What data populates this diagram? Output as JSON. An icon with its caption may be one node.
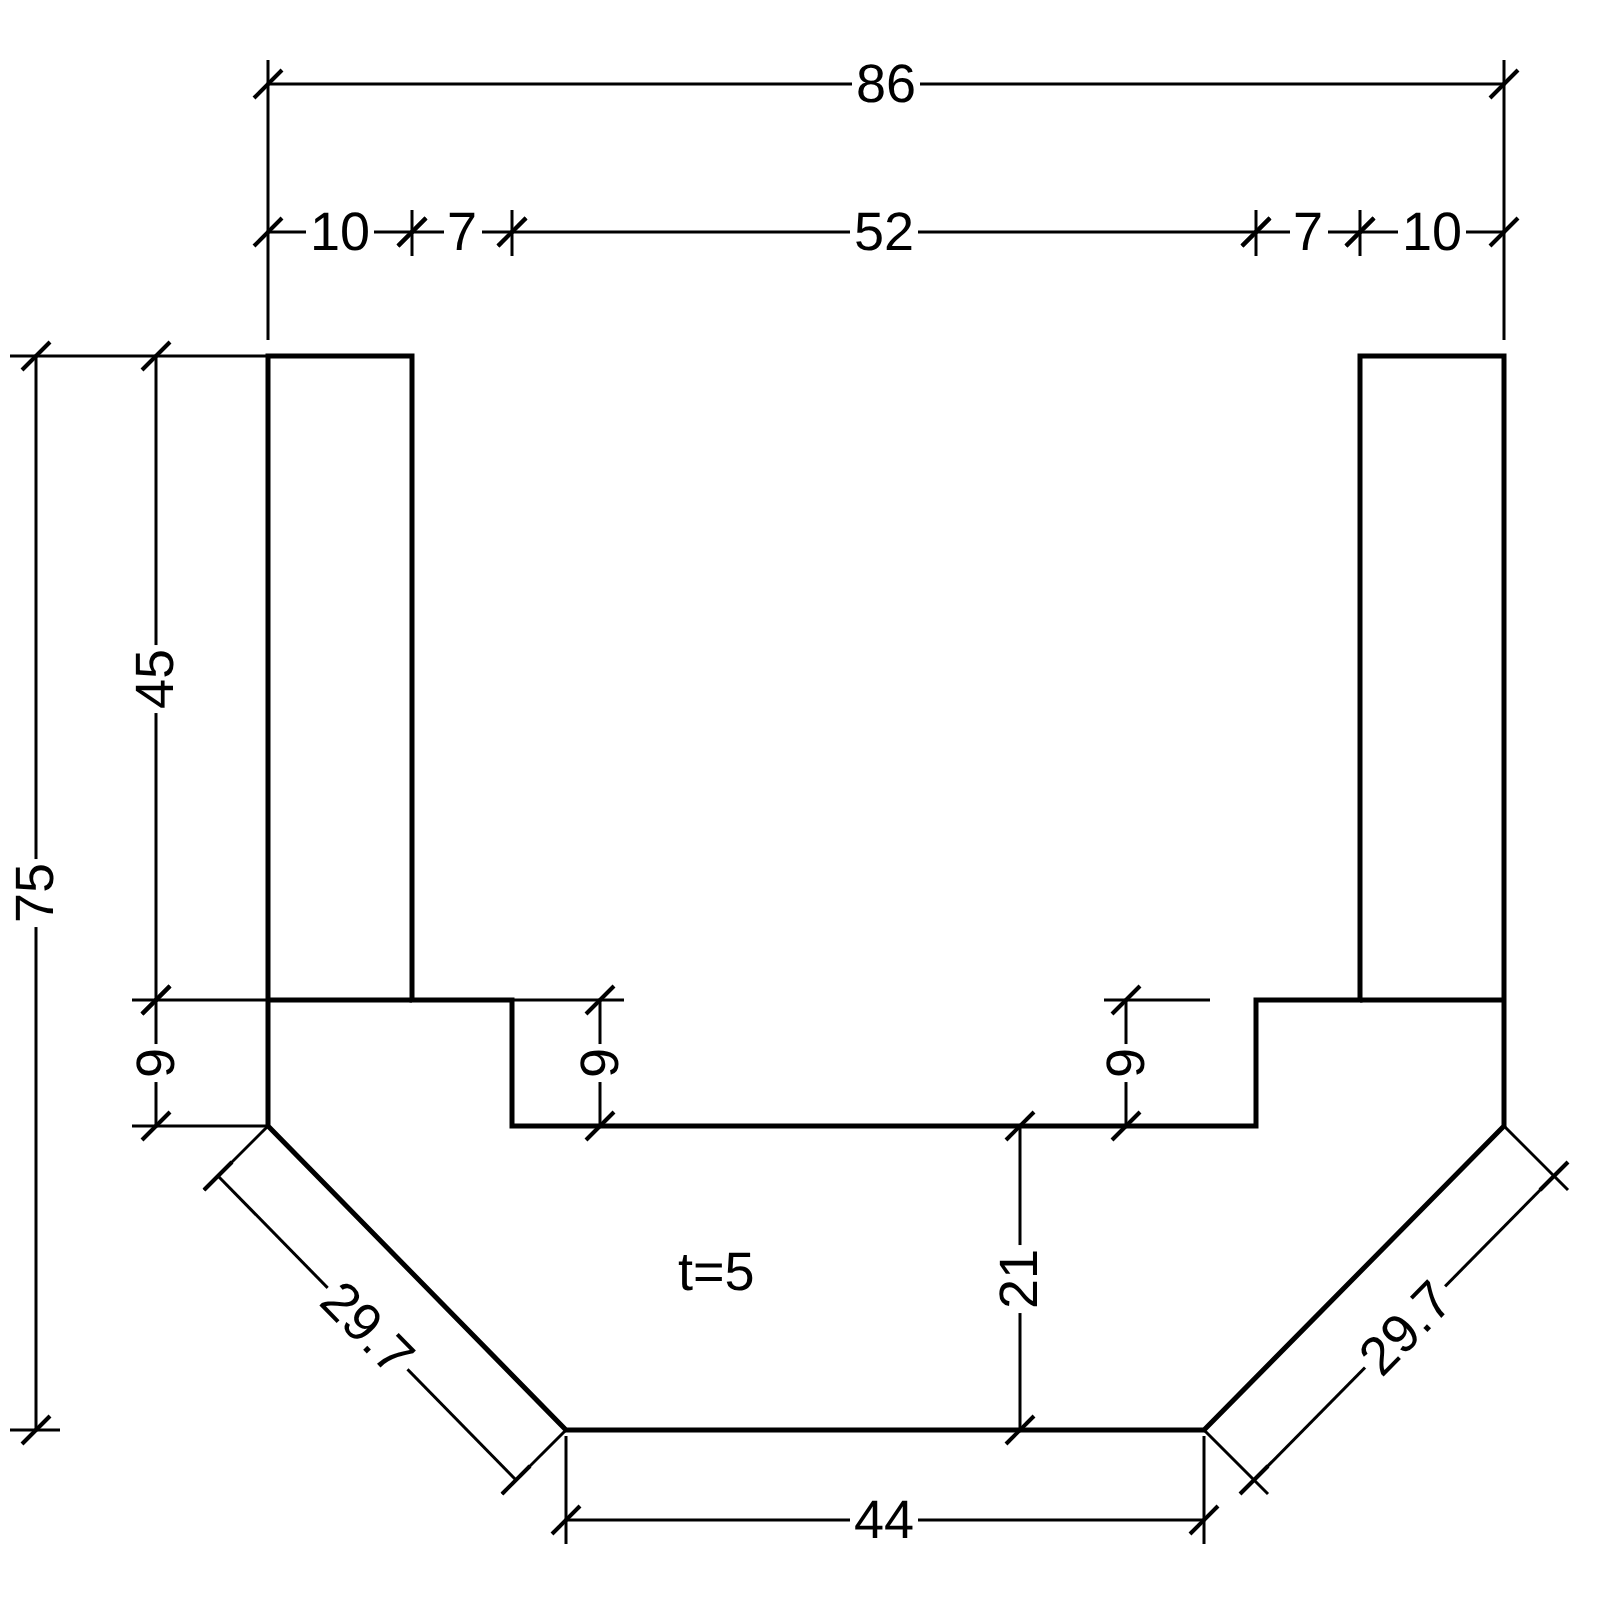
{
  "diagram": {
    "labels": [
      "86",
      "10",
      "7",
      "52",
      "7",
      "10",
      "45",
      "75",
      "9",
      "9",
      "9",
      "t=5",
      "21",
      "29.7",
      "29.7",
      "44"
    ]
  }
}
